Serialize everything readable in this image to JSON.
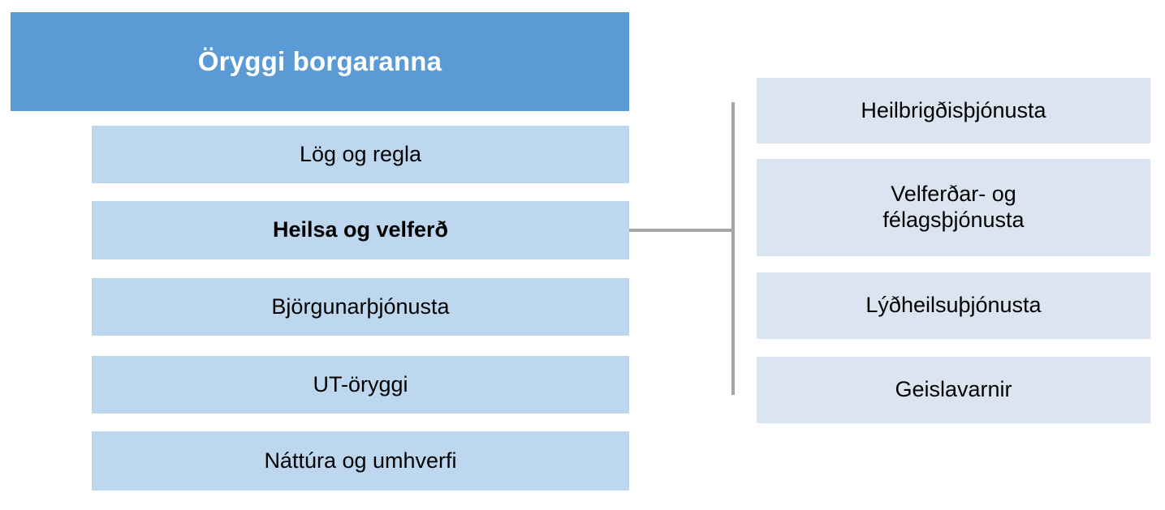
{
  "diagram": {
    "title": "Öryggi borgaranna",
    "colors": {
      "header_fill": "#5b9bd5",
      "header_text": "#ffffff",
      "left_tile_fill": "#bdd7ee",
      "right_tile_fill": "#dbe5f1",
      "tile_text": "#000000",
      "connector": "#a6a6a6"
    },
    "header": {
      "label": "Öryggi borgaranna"
    },
    "left_column": [
      {
        "label": "Lög og regla",
        "bold": false
      },
      {
        "label": "Heilsa og velferð",
        "bold": true
      },
      {
        "label": "Björgunarþjónusta",
        "bold": false
      },
      {
        "label": "UT-öryggi",
        "bold": false
      },
      {
        "label": "Náttúra og umhverfi",
        "bold": false
      }
    ],
    "right_column": [
      {
        "label": "Heilbrigðisþjónusta",
        "line1": "Heilbrigðisþjónusta",
        "line2": ""
      },
      {
        "label": "Velferðar- og félagsþjónusta",
        "line1": "Velferðar- og",
        "line2": "félagsþjónusta"
      },
      {
        "label": "Lýðheilsuþjónusta",
        "line1": "Lýðheilsuþjónusta",
        "line2": ""
      },
      {
        "label": "Geislavarnir",
        "line1": "Geislavarnir",
        "line2": ""
      }
    ]
  }
}
